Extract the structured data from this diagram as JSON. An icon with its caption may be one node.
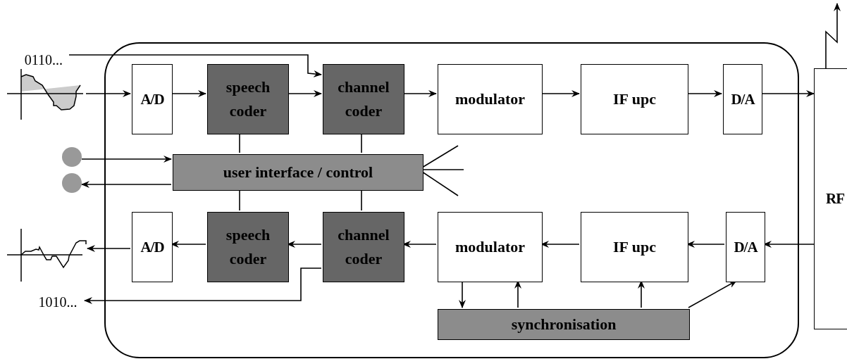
{
  "diagram": {
    "nodes": [
      {
        "text": [],
        "shape": "box"
      },
      {
        "text": [
          "A/D"
        ],
        "in": 0
      },
      {
        "text": [
          "speech coder"
        ],
        "in": 0
      },
      {
        "text": [
          "channel coder"
        ],
        "in": 0
      },
      {
        "text": [
          "modulator"
        ],
        "in": 0
      },
      {
        "text": [
          "IF upc"
        ],
        "in": 0
      },
      {
        "text": [
          "D/A"
        ],
        "in": 0
      },
      {
        "text": [
          "user interface / control"
        ],
        "in": 0
      },
      {
        "text": [
          "A/D"
        ],
        "in": 0
      },
      {
        "text": [
          "speech coder"
        ],
        "in": 0
      },
      {
        "text": [
          "channel coder"
        ],
        "in": 0
      },
      {
        "text": [
          "modulator"
        ],
        "in": 0
      },
      {
        "text": [
          "IF upc"
        ],
        "in": 0
      },
      {
        "text": [
          "D/A"
        ],
        "in": 0
      },
      {
        "text": [
          "synchronisation"
        ],
        "in": 0
      },
      {
        "text": [
          "RF"
        ]
      },
      {
        "text": [
          "0110..."
        ]
      },
      {
        "text": [],
        "shape": "picture"
      },
      {
        "text": [],
        "shape": "circle"
      },
      {
        "text": [],
        "shape": "circle"
      },
      {
        "text": [],
        "shape": "picture"
      },
      {
        "text": [
          "1010..."
        ]
      }
    ],
    "edges": [
      {
        "from": 17,
        "to": 1,
        "arrow": "to"
      },
      {
        "from": 1,
        "to": 2,
        "arrow": "to"
      },
      {
        "from": 2,
        "to": 3,
        "arrow": "to"
      },
      {
        "from": 16,
        "to": 3,
        "arrow": "to"
      },
      {
        "from": 3,
        "to": 4,
        "arrow": "to"
      },
      {
        "from": 4,
        "to": 5,
        "arrow": "to"
      },
      {
        "from": 5,
        "to": 6,
        "arrow": "to"
      },
      {
        "from": 6,
        "to": 15,
        "arrow": "to"
      },
      {
        "from": 2,
        "to": 7,
        "arrow": "none"
      },
      {
        "from": 3,
        "to": 7,
        "arrow": "none"
      },
      {
        "from": 18,
        "to": 7,
        "arrow": "to"
      },
      {
        "from": 7,
        "to": 19,
        "arrow": "to"
      },
      {
        "from": 7,
        "to": 9,
        "arrow": "none"
      },
      {
        "from": 7,
        "to": 10,
        "arrow": "none"
      },
      {
        "from": 7,
        "to": null,
        "arrow": "none"
      },
      {
        "from": 7,
        "to": null,
        "arrow": "none"
      },
      {
        "from": 7,
        "to": null,
        "arrow": "none"
      },
      {
        "from": 15,
        "to": 13,
        "arrow": "to"
      },
      {
        "from": 13,
        "to": 12,
        "arrow": "to"
      },
      {
        "from": 12,
        "to": 11,
        "arrow": "to"
      },
      {
        "from": 11,
        "to": 10,
        "arrow": "to"
      },
      {
        "from": 10,
        "to": 9,
        "arrow": "to"
      },
      {
        "from": 9,
        "to": 8,
        "arrow": "to"
      },
      {
        "from": 8,
        "to": 20,
        "arrow": "to"
      },
      {
        "from": 10,
        "to": 21,
        "arrow": "to"
      },
      {
        "from": 11,
        "to": 14,
        "arrow": "to"
      },
      {
        "from": 14,
        "to": 11,
        "arrow": "to"
      },
      {
        "from": 14,
        "to": 12,
        "arrow": "to"
      },
      {
        "from": 14,
        "to": 13,
        "arrow": "to"
      },
      {
        "from": 15,
        "to": null,
        "arrow": "to"
      }
    ]
  }
}
